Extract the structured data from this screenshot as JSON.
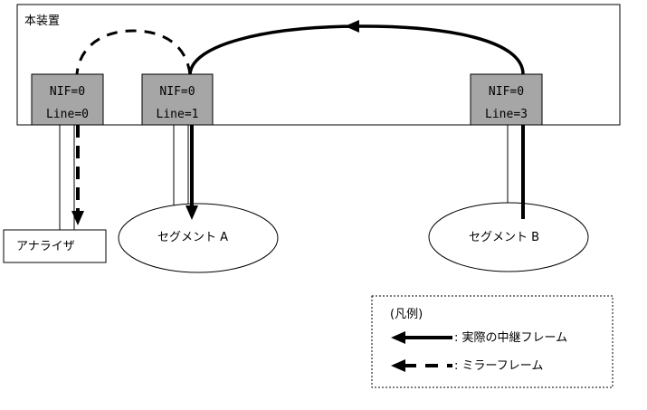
{
  "device": {
    "label": "本装置"
  },
  "ports": [
    {
      "nif": "NIF=0",
      "line": "Line=0"
    },
    {
      "nif": "NIF=0",
      "line": "Line=1"
    },
    {
      "nif": "NIF=0",
      "line": "Line=3"
    }
  ],
  "analyzer": {
    "label": "アナライザ"
  },
  "segments": [
    {
      "label": "セグメント A"
    },
    {
      "label": "セグメント B"
    }
  ],
  "legend": {
    "title": "(凡例)",
    "relay_frame": ": 実際の中継フレーム",
    "mirror_frame": ": ミラーフレーム"
  },
  "colors": {
    "port_fill": "#a6a6a6",
    "line": "#000000",
    "background": "#ffffff"
  }
}
